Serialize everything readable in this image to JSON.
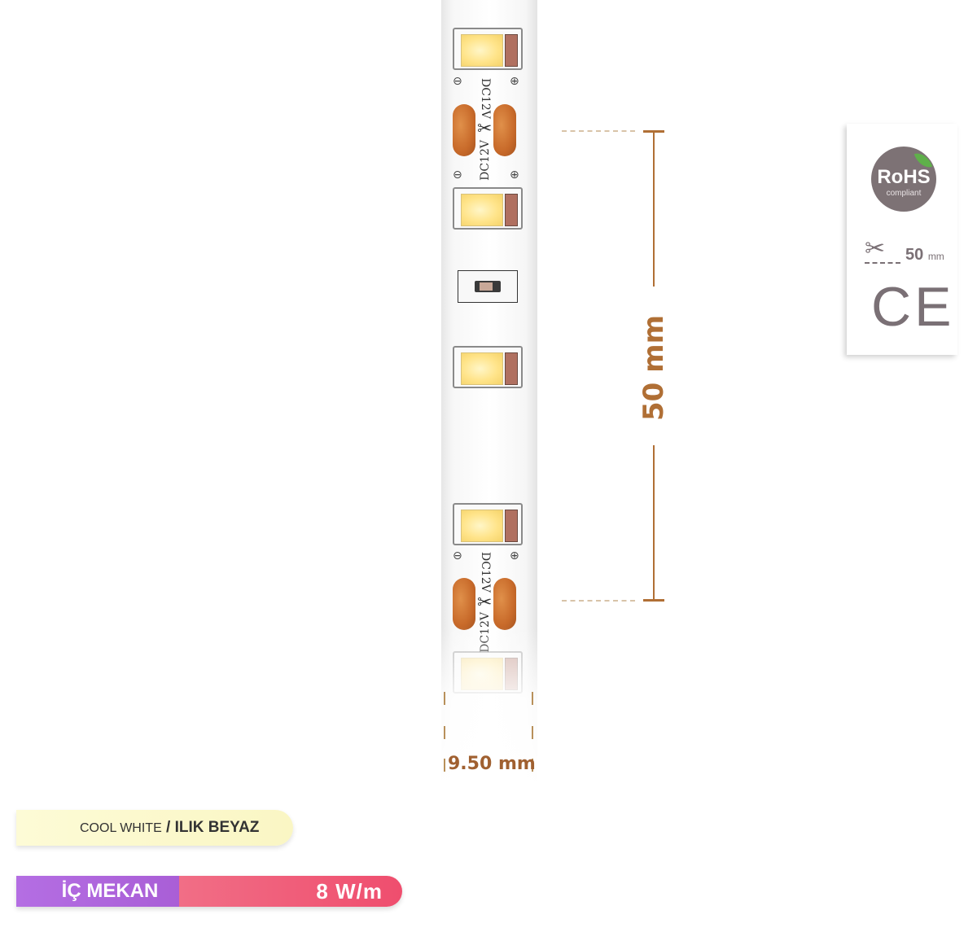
{
  "strip": {
    "voltage_label": "DC12V",
    "polarity_minus": "⊖",
    "polarity_plus": "⊕",
    "cut_symbol": "✂"
  },
  "dimensions": {
    "segment_length": "50 mm",
    "strip_width": "9.50 mm"
  },
  "certifications": {
    "rohs_title": "RoHS",
    "rohs_subtitle": "compliant",
    "cut_icon": "✂",
    "cut_value": "50",
    "cut_unit": "mm",
    "ce_mark": "CE"
  },
  "color_pill": {
    "english": "COOL WHITE",
    "separator": " / ",
    "turkish": "ILIK BEYAZ"
  },
  "usage_pill": {
    "location": "İÇ MEKAN",
    "power": "8 W/m"
  },
  "colors": {
    "dimension_color": "#b06f35",
    "cert_grey": "#7a7075",
    "pill_purple": "#b46ee3",
    "pill_red": "#ef4e6e",
    "pill_yellow": "#faf6c4"
  }
}
